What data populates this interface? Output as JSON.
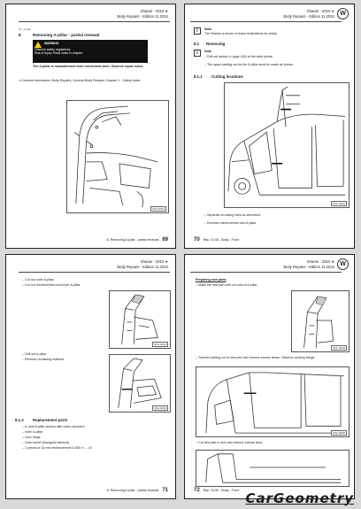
{
  "header": {
    "model": "Sharan - 2010 ➤",
    "subtitle": "Body Repairs - Edition 11.2024"
  },
  "logo": "W",
  "page1": {
    "section_num": "8",
    "section_title": "Removing A-pillar - partial renewal",
    "warning_title": "WARNING",
    "warning_lines": [
      "Observe safety regulations.",
      "Risk of injury. Read notes in chapter."
    ],
    "info_line": "The A-pillar is manufactured from hot-formed steel. Observe repair notes.",
    "ref_text": "⇒ General information; Body Repairs; General Body Repairs; Chapter 1 - Safety notes",
    "fig_id": "N50-10001",
    "footer_text": "8. Removing A-pillar - partial renewal",
    "page_number": "69"
  },
  "page2": {
    "note_label": "Note",
    "note_text": "The Sharan is shown in these illustrations for clarity.",
    "sec1_num": "8.1",
    "sec1_title": "Removing",
    "note2_label": "Note",
    "note2_lines": [
      "Drill out welds (⇒ page 162) at the weld points.",
      "The upper parting cut for the A-pillar must be made as shown."
    ],
    "sec2_num": "8.1.1",
    "sec2_title": "Cutting locations",
    "fig_id": "N50-10002",
    "bullet1": "Separate at cutting lines as described.",
    "bullet2": "Remove reinforcement and A-pillar.",
    "footer_text": "Rep. Gr.50 - Body - Front",
    "page_number": "70"
  },
  "page3": {
    "bullets_top": [
      "Cut out outer A-pillar.",
      "Cut out reinforcement and inner A-pillar."
    ],
    "fig1_id": "N50-10003",
    "bullets_mid": [
      "Drill out A-pillar.",
      "Remove remaining material."
    ],
    "fig2_id": "N50-10004",
    "sec_num": "8.1.2",
    "sec_title": "Replacement parts",
    "parts": [
      "A- and B-pillar section with outer members",
      "Inner A-pillar",
      "Door hinge",
      "Outer panel (triangular window)",
      "2 pieces of 16 mm reinforcement D 500 ⇒ ... x3"
    ],
    "footer_text": "8. Removing A-pillar - partial renewal",
    "page_number": "71"
  },
  "page4": {
    "sub_heading": "Preparing new parts",
    "bullet1": "Make the new part with cut outs of A-pillar.",
    "fig1_id": "N50-10005",
    "bullet2": "Transfer parting cut to new part and remove excess areas. Observe welding flange.",
    "fig2_id": "N50-10006",
    "bullet3": "Cut new part to size and remove excess area.",
    "footer_text": "Rep. Gr.50 - Body - Front",
    "page_number": "72"
  },
  "watermark": "CarGeometry"
}
